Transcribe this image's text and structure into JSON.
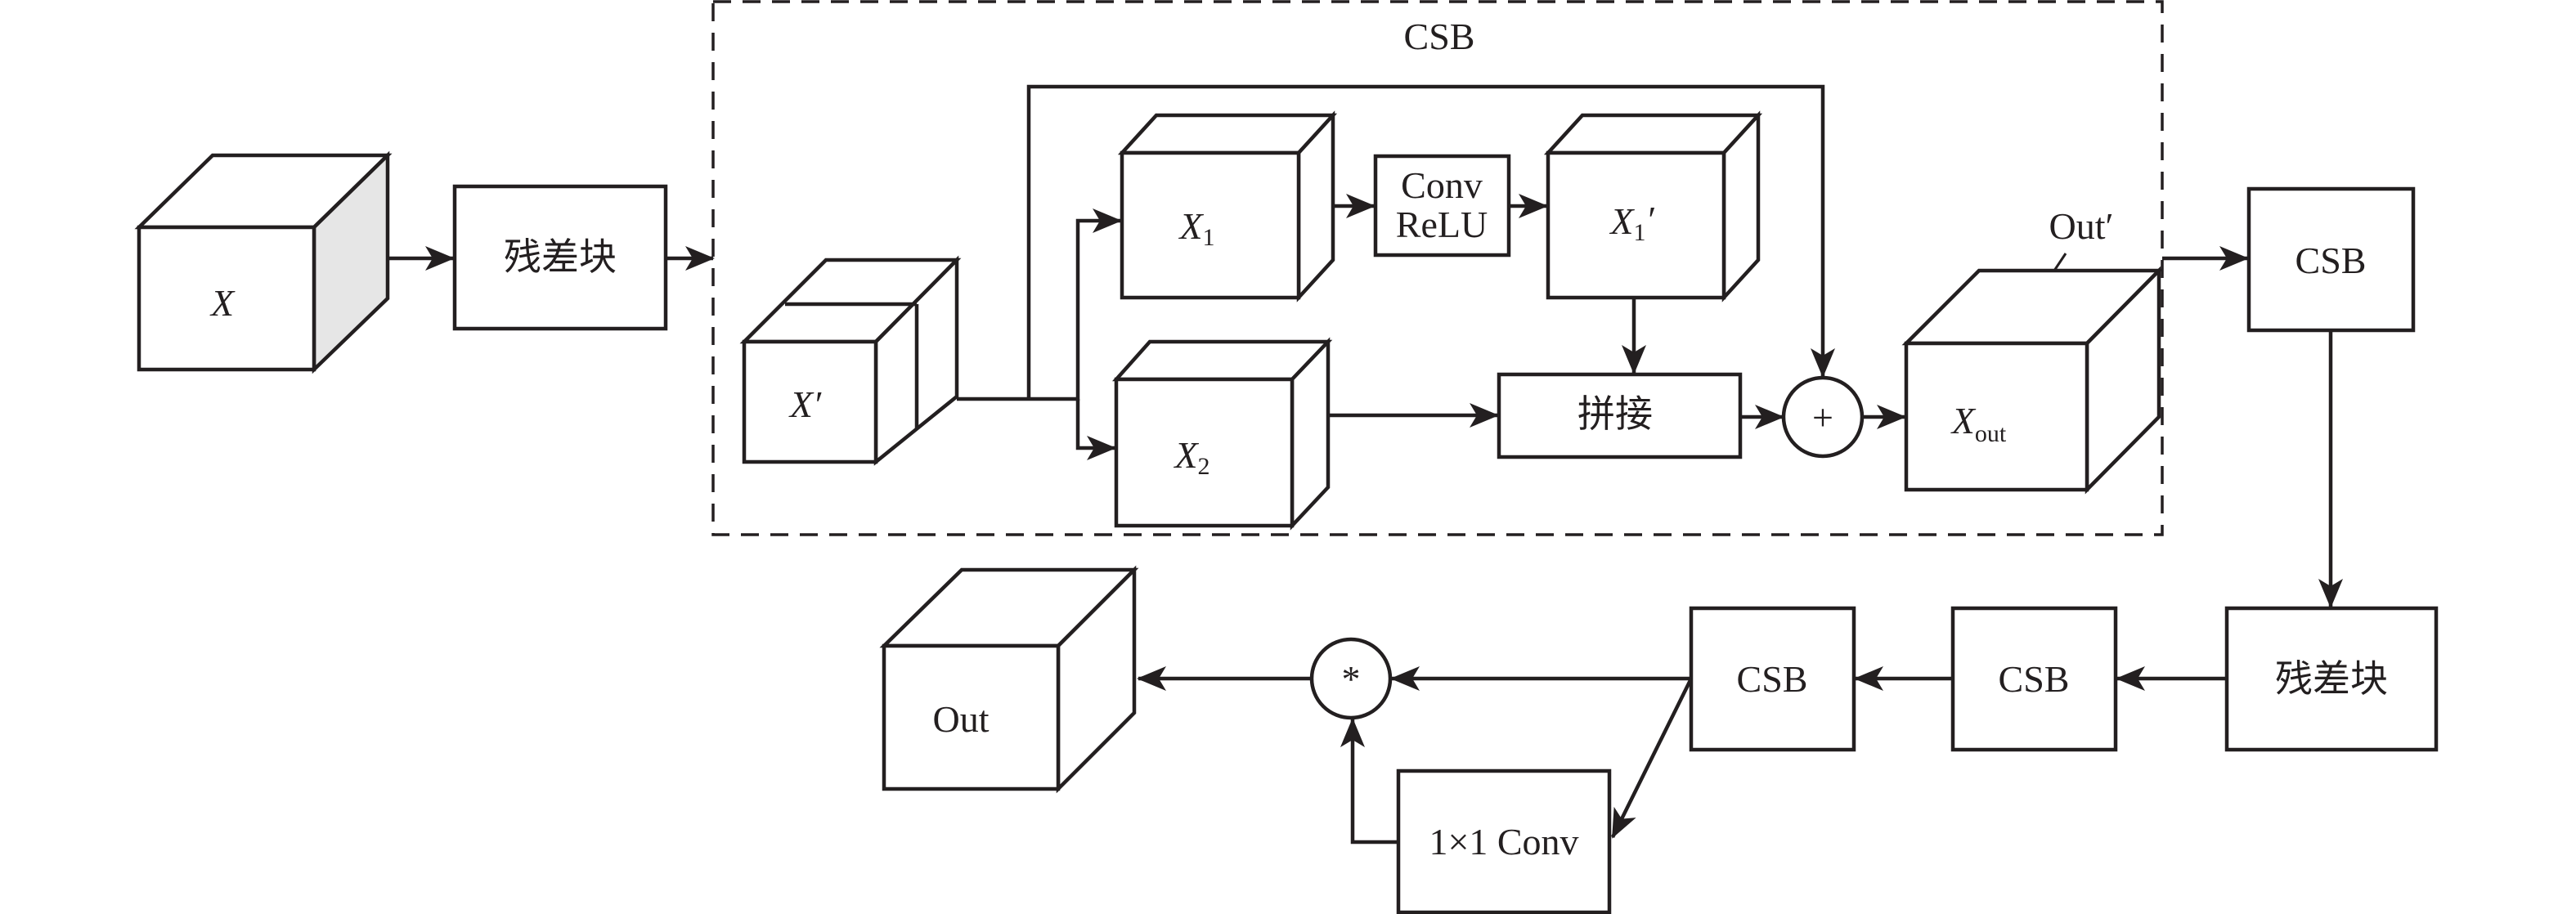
{
  "diagram": {
    "title": "CSB",
    "nodes": {
      "input": {
        "label": "X"
      },
      "res_block_1": {
        "label": "残差块"
      },
      "csb_block": {
        "label": "CSB"
      },
      "x_prime": {
        "label": "X′"
      },
      "x1": {
        "label": "X",
        "sub": "1"
      },
      "conv_relu": {
        "line1": "Conv",
        "line2": "ReLU"
      },
      "x1_prime": {
        "label": "X",
        "sub": "1",
        "suffix": "′"
      },
      "x2": {
        "label": "X",
        "sub": "2"
      },
      "concat": {
        "label": "拼接"
      },
      "add": {
        "label": "+"
      },
      "x_out": {
        "label": "X",
        "sub": "out"
      },
      "out_prime": {
        "label": "Out′"
      },
      "csb_right": {
        "label": "CSB"
      },
      "res_block_2": {
        "label": "残差块"
      },
      "csb_mid": {
        "label": "CSB"
      },
      "csb_left": {
        "label": "CSB"
      },
      "multiply": {
        "label": "*"
      },
      "conv1x1": {
        "label": "1×1 Conv"
      },
      "output": {
        "label": "Out"
      }
    },
    "edges": [
      [
        "input",
        "res_block_1"
      ],
      [
        "res_block_1",
        "csb_block"
      ],
      [
        "x_prime",
        "x1"
      ],
      [
        "x_prime",
        "x2"
      ],
      [
        "x_prime",
        "add"
      ],
      [
        "x1",
        "conv_relu"
      ],
      [
        "conv_relu",
        "x1_prime"
      ],
      [
        "x1_prime",
        "concat"
      ],
      [
        "x2",
        "concat"
      ],
      [
        "concat",
        "add"
      ],
      [
        "add",
        "x_out"
      ],
      [
        "csb_block",
        "csb_right"
      ],
      [
        "csb_right",
        "res_block_2"
      ],
      [
        "res_block_2",
        "csb_mid"
      ],
      [
        "csb_mid",
        "csb_left"
      ],
      [
        "csb_left",
        "multiply"
      ],
      [
        "csb_left",
        "conv1x1"
      ],
      [
        "conv1x1",
        "multiply"
      ],
      [
        "multiply",
        "output"
      ]
    ]
  }
}
